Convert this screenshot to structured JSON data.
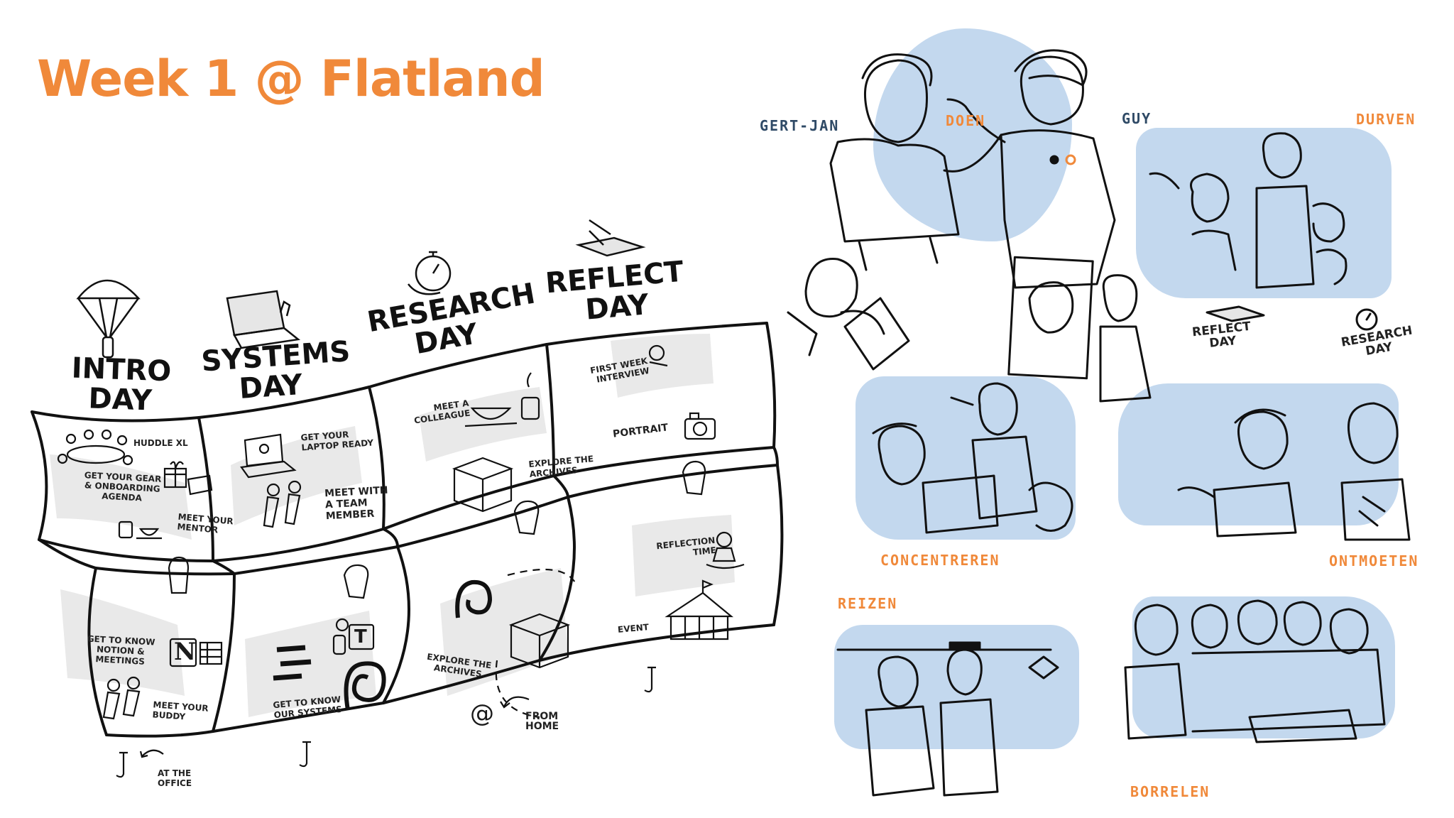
{
  "title": "Week 1 @ Flatland",
  "days": {
    "intro": [
      "INTRO",
      "DAY"
    ],
    "systems": [
      "SYSTEMS",
      "DAY"
    ],
    "research": [
      "RESEARCH",
      "DAY"
    ],
    "reflect": [
      "REFLECT",
      "DAY"
    ]
  },
  "tasks": {
    "huddle": "HUDDLE XL",
    "gear": [
      "GET YOUR GEAR",
      "& ONBOARDING",
      "AGENDA"
    ],
    "mentor": [
      "MEET YOUR",
      "MENTOR"
    ],
    "laptop": [
      "GET YOUR",
      "LAPTOP READY"
    ],
    "team_member": [
      "MEET WITH",
      "A TEAM",
      "MEMBER"
    ],
    "colleague": [
      "MEET A",
      "COLLEAGUE"
    ],
    "archives_top": [
      "EXPLORE THE",
      "ARCHIVES"
    ],
    "interview": [
      "FIRST WEEK",
      "INTERVIEW"
    ],
    "portrait": "PORTRAIT",
    "reflection": [
      "REFLECTION",
      "TIME"
    ],
    "notion": [
      "GET TO KNOW",
      "NOTION &",
      "MEETINGS"
    ],
    "buddy": [
      "MEET YOUR",
      "BUDDY"
    ],
    "systems": [
      "GET TO KNOW",
      "OUR SYSTEMS"
    ],
    "archives_bottom": [
      "EXPLORE THE",
      "ARCHIVES"
    ],
    "event": "EVENT"
  },
  "notes": {
    "office": [
      "AT THE",
      "OFFICE"
    ],
    "home": [
      "FROM",
      "HOME"
    ],
    "at_symbol": "@",
    "notion_letter": "N",
    "teams_letter": "T"
  },
  "values": {
    "gert_jan": "GERT-JAN",
    "doen": "DOEN",
    "guy": "GUY",
    "durven": "DURVEN",
    "reflect_day": [
      "REFLECT",
      "DAY"
    ],
    "research_day": [
      "RESEARCH",
      "DAY"
    ],
    "concentreren": "CONCENTREREN",
    "ontmoeten": "ONTMOETEN",
    "reizen": "REIZEN",
    "borrelen": "BORRELEN"
  },
  "colors": {
    "accent": "#f0893a",
    "blue_wash": "#c3d8ee",
    "name_label": "#2f4a66",
    "panel_grey": "#e6e6e6"
  }
}
